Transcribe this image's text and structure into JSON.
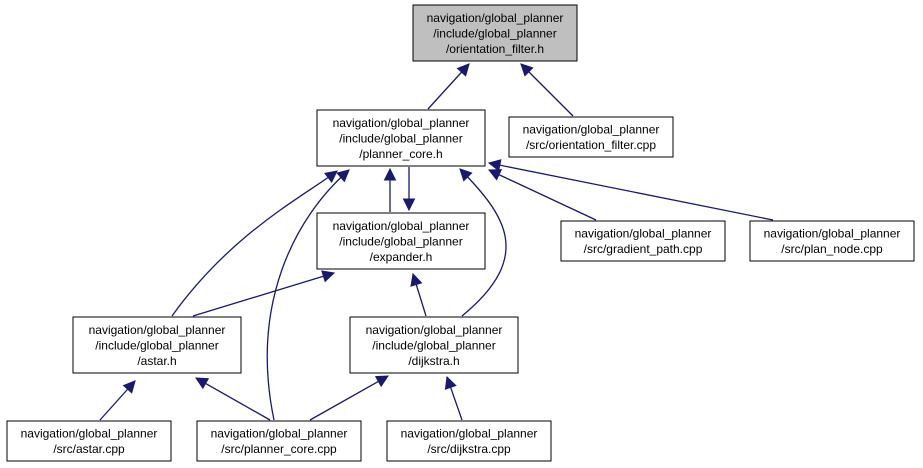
{
  "colors": {
    "edge": "#191970",
    "node_border": "#000000",
    "root_fill": "#bfbfbf",
    "node_fill": "#ffffff",
    "text": "#000000"
  },
  "nodes": [
    {
      "id": "orientation_filter_h",
      "root": true,
      "lines": [
        "navigation/global_planner",
        "/include/global_planner",
        "/orientation_filter.h"
      ]
    },
    {
      "id": "planner_core_h",
      "lines": [
        "navigation/global_planner",
        "/include/global_planner",
        "/planner_core.h"
      ]
    },
    {
      "id": "orientation_filter_cpp",
      "lines": [
        "navigation/global_planner",
        "/src/orientation_filter.cpp"
      ]
    },
    {
      "id": "expander_h",
      "lines": [
        "navigation/global_planner",
        "/include/global_planner",
        "/expander.h"
      ]
    },
    {
      "id": "gradient_path_cpp",
      "lines": [
        "navigation/global_planner",
        "/src/gradient_path.cpp"
      ]
    },
    {
      "id": "plan_node_cpp",
      "lines": [
        "navigation/global_planner",
        "/src/plan_node.cpp"
      ]
    },
    {
      "id": "astar_h",
      "lines": [
        "navigation/global_planner",
        "/include/global_planner",
        "/astar.h"
      ]
    },
    {
      "id": "dijkstra_h",
      "lines": [
        "navigation/global_planner",
        "/include/global_planner",
        "/dijkstra.h"
      ]
    },
    {
      "id": "astar_cpp",
      "lines": [
        "navigation/global_planner",
        "/src/astar.cpp"
      ]
    },
    {
      "id": "planner_core_cpp",
      "lines": [
        "navigation/global_planner",
        "/src/planner_core.cpp"
      ]
    },
    {
      "id": "dijkstra_cpp",
      "lines": [
        "navigation/global_planner",
        "/src/dijkstra.cpp"
      ]
    }
  ],
  "edges": [
    {
      "from": "planner_core_h",
      "to": "orientation_filter_h"
    },
    {
      "from": "orientation_filter_cpp",
      "to": "orientation_filter_h"
    },
    {
      "from": "expander_h",
      "to": "planner_core_h"
    },
    {
      "from": "planner_core_h",
      "to": "expander_h"
    },
    {
      "from": "gradient_path_cpp",
      "to": "planner_core_h"
    },
    {
      "from": "plan_node_cpp",
      "to": "planner_core_h"
    },
    {
      "from": "astar_h",
      "to": "planner_core_h"
    },
    {
      "from": "planner_core_cpp",
      "to": "planner_core_h"
    },
    {
      "from": "dijkstra_h",
      "to": "planner_core_h"
    },
    {
      "from": "astar_h",
      "to": "expander_h"
    },
    {
      "from": "dijkstra_h",
      "to": "expander_h"
    },
    {
      "from": "astar_cpp",
      "to": "astar_h"
    },
    {
      "from": "planner_core_cpp",
      "to": "astar_h"
    },
    {
      "from": "planner_core_cpp",
      "to": "dijkstra_h"
    },
    {
      "from": "dijkstra_cpp",
      "to": "dijkstra_h"
    }
  ]
}
